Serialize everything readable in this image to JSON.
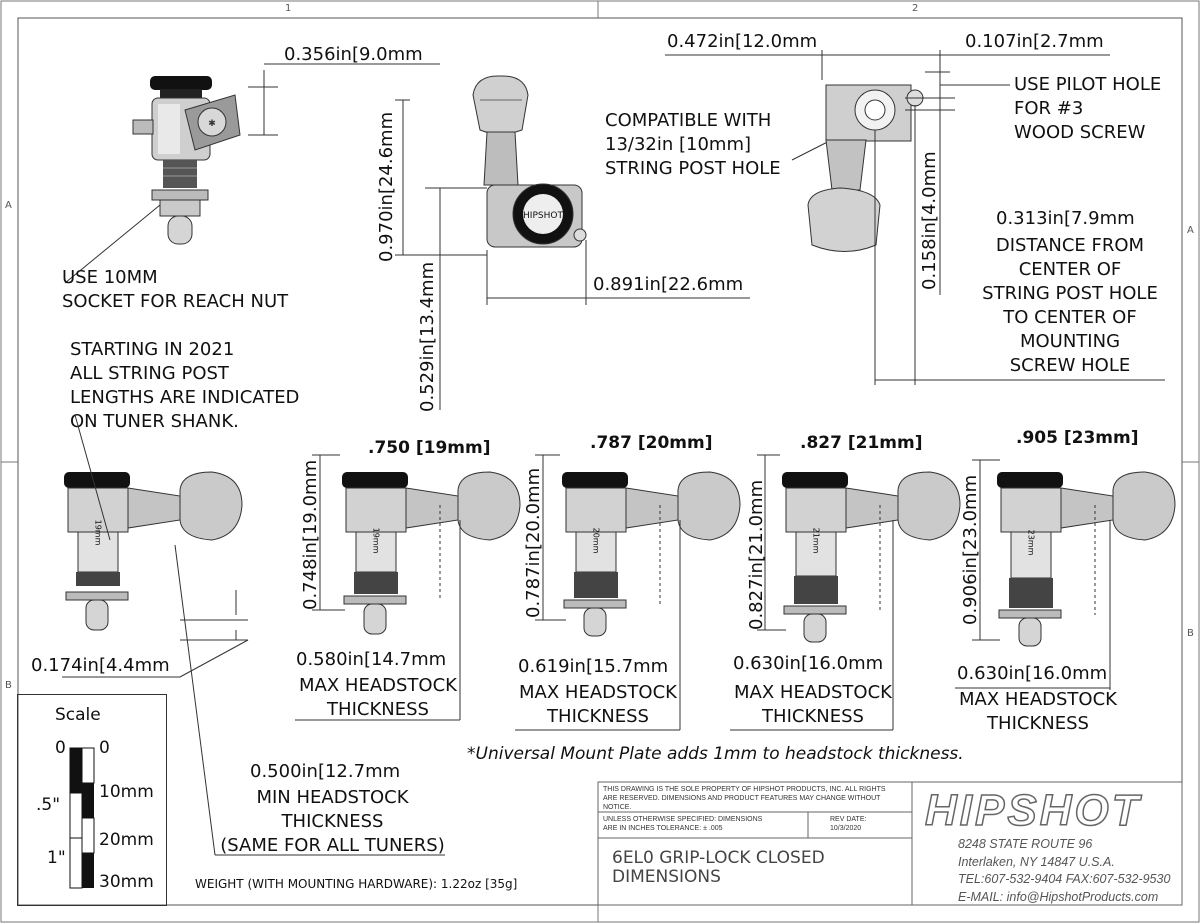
{
  "border": {
    "zones_top": [
      "1",
      "2"
    ],
    "zones_side": [
      "A",
      "B"
    ]
  },
  "top_left": {
    "dim": "0.356in",
    "dim_mm": "9.0mm",
    "note_lines": [
      "USE 10MM",
      "SOCKET FOR REACH NUT"
    ]
  },
  "top_middle": {
    "height_dim": "0.970in",
    "height_mm": "24.6mm",
    "lower_dim": "0.529in",
    "lower_mm": "13.4mm",
    "width_dim": "0.891in",
    "width_mm": "22.6mm",
    "note_lines": [
      "COMPATIBLE WITH",
      "13/32in [10mm]",
      "STRING POST HOLE"
    ],
    "logo_text": "HIPSHOT"
  },
  "top_right": {
    "dim_a": "0.472in",
    "dim_a_mm": "12.0mm",
    "dim_b": "0.107in",
    "dim_b_mm": "2.7mm",
    "pilot_note": [
      "USE PILOT HOLE",
      "FOR #3",
      "WOOD SCREW"
    ],
    "vert_dim": "0.158in",
    "vert_mm": "4.0mm",
    "dist_dim": "0.313in",
    "dist_mm": "7.9mm",
    "dist_note": [
      "DISTANCE FROM",
      "CENTER OF",
      "STRING POST HOLE",
      "TO CENTER OF",
      "MOUNTING",
      "SCREW HOLE"
    ]
  },
  "starting_note": [
    "STARTING IN 2021",
    "ALL STRING POST",
    "LENGTHS ARE INDICATED",
    "ON TUNER SHANK."
  ],
  "bottom_left": {
    "dim": "0.174in",
    "dim_mm": "4.4mm",
    "shank_mark": "19mm"
  },
  "tuners": [
    {
      "header": ".750 [19mm]",
      "vert": "0.748in",
      "vert_mm": "19.0mm",
      "shank": "19mm",
      "max": "0.580in",
      "max_mm": "14.7mm",
      "label": [
        "MAX HEADSTOCK",
        "THICKNESS"
      ]
    },
    {
      "header": ".787 [20mm]",
      "vert": "0.787in",
      "vert_mm": "20.0mm",
      "shank": "20mm",
      "max": "0.619in",
      "max_mm": "15.7mm",
      "label": [
        "MAX HEADSTOCK",
        "THICKNESS"
      ]
    },
    {
      "header": ".827 [21mm]",
      "vert": "0.827in",
      "vert_mm": "21.0mm",
      "shank": "21mm",
      "max": "0.630in",
      "max_mm": "16.0mm",
      "label": [
        "MAX HEADSTOCK",
        "THICKNESS"
      ]
    },
    {
      "header": ".905 [23mm]",
      "vert": "0.906in",
      "vert_mm": "23.0mm",
      "shank": "23mm",
      "max": "0.630in",
      "max_mm": "16.0mm",
      "label": [
        "MAX HEADSTOCK",
        "THICKNESS"
      ]
    }
  ],
  "universal_note": "*Universal Mount Plate adds 1mm to headstock thickness.",
  "min_headstock": {
    "dim": "0.500in",
    "dim_mm": "12.7mm",
    "label": [
      "MIN HEADSTOCK",
      "THICKNESS",
      "(SAME FOR ALL TUNERS)"
    ]
  },
  "weight": "WEIGHT (WITH MOUNTING HARDWARE): 1.22oz [35g]",
  "scale": {
    "title": "Scale",
    "left_labels": [
      "0",
      ".5\"",
      "1\""
    ],
    "right_labels": [
      "0",
      "10mm",
      "20mm",
      "30mm"
    ]
  },
  "title_block": {
    "property_lines": [
      "THIS DRAWING IS THE SOLE PROPERTY OF HIPSHOT PRODUCTS, INC. ALL RIGHTS",
      "ARE RESERVED. DIMENSIONS AND PRODUCT FEATURES MAY CHANGE WITHOUT",
      "NOTICE."
    ],
    "tol_lines": [
      "UNLESS OTHERWISE SPECIFIED: DIMENSIONS",
      "ARE IN INCHES TOLERANCE:  ± .005"
    ],
    "rev_label": "REV DATE:",
    "rev_date": "10/3/2020",
    "title_lines": [
      "6EL0 GRIP-LOCK CLOSED",
      "DIMENSIONS"
    ],
    "brand": "HIPSHOT",
    "address": [
      "8248 STATE ROUTE 96",
      "Interlaken, NY 14847 U.S.A.",
      "TEL:607-532-9404 FAX:607-532-9530",
      "E-MAIL: info@HipshotProducts.com"
    ]
  }
}
